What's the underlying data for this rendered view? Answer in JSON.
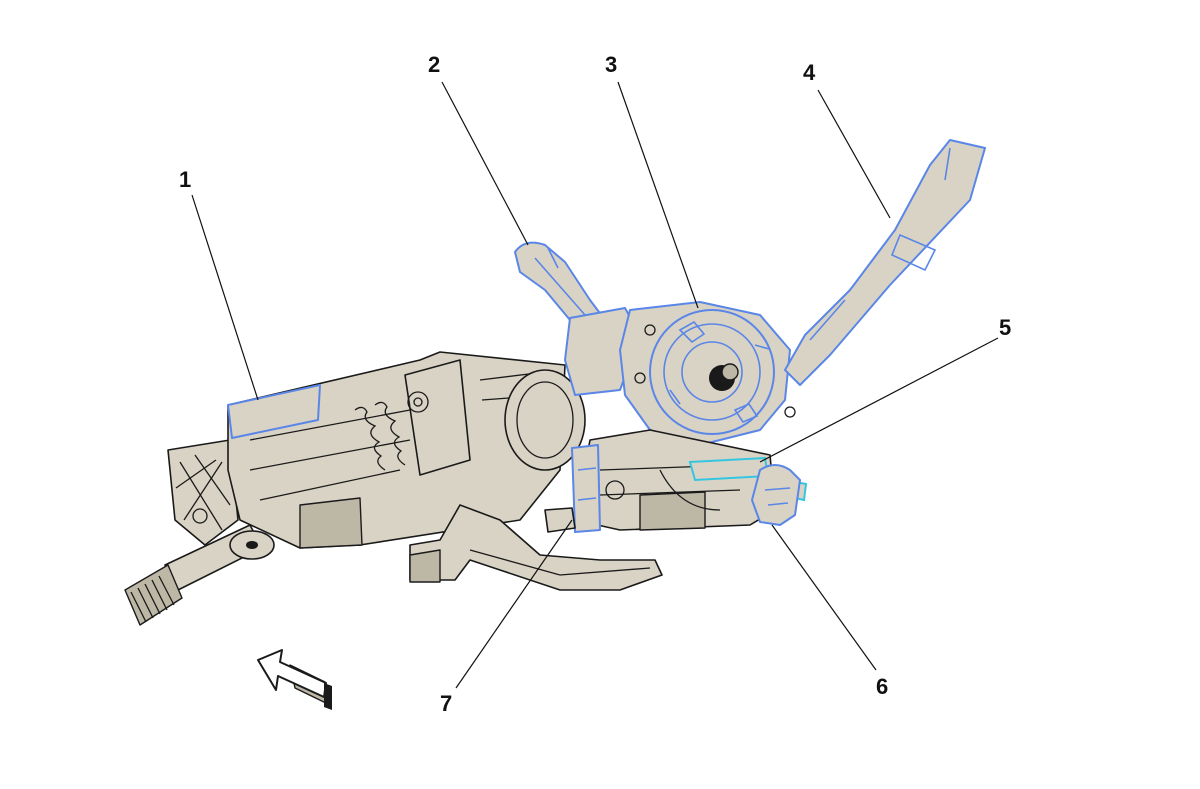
{
  "callouts": [
    {
      "id": "1",
      "label": "1"
    },
    {
      "id": "2",
      "label": "2"
    },
    {
      "id": "3",
      "label": "3"
    },
    {
      "id": "4",
      "label": "4"
    },
    {
      "id": "5",
      "label": "5"
    },
    {
      "id": "6",
      "label": "6"
    },
    {
      "id": "7",
      "label": "7"
    }
  ],
  "colors": {
    "part_fill": "#d8d3c4",
    "outline": "#1a1a1a",
    "highlight_blue": "#5a86e8",
    "highlight_cyan": "#34c6e0",
    "background": "#ffffff"
  },
  "orientation_arrow": "direction-arrow-icon"
}
